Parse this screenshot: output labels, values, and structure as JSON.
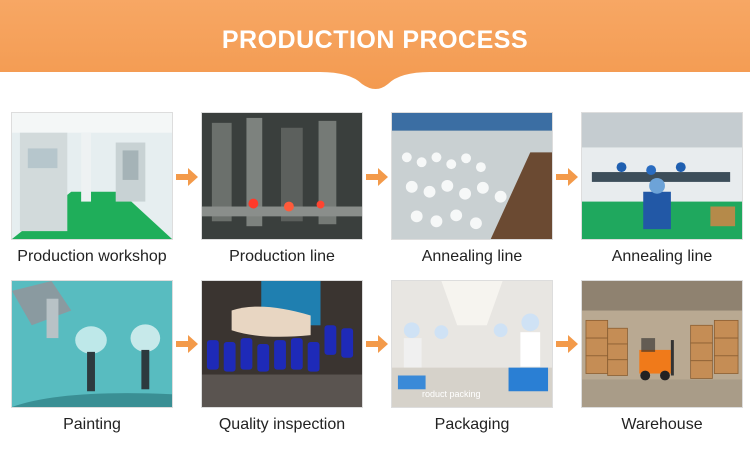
{
  "header": {
    "title": "PRODUCTION PROCESS"
  },
  "colors": {
    "banner": "#f5a05a",
    "banner_light": "#f9c08a",
    "arrow": "#f39a4a"
  },
  "steps": [
    {
      "label": "Production workshop",
      "icon": "workshop-image"
    },
    {
      "label": "Production line",
      "icon": "production-line-image"
    },
    {
      "label": "Annealing line",
      "icon": "annealing-line-image"
    },
    {
      "label": "Annealing line",
      "icon": "assembly-line-image"
    },
    {
      "label": "Painting",
      "icon": "painting-image"
    },
    {
      "label": "Quality inspection",
      "icon": "quality-inspection-image"
    },
    {
      "label": "Packaging",
      "icon": "packaging-image"
    },
    {
      "label": "Warehouse",
      "icon": "warehouse-image"
    }
  ],
  "packaging_overlay": "roduct packing"
}
